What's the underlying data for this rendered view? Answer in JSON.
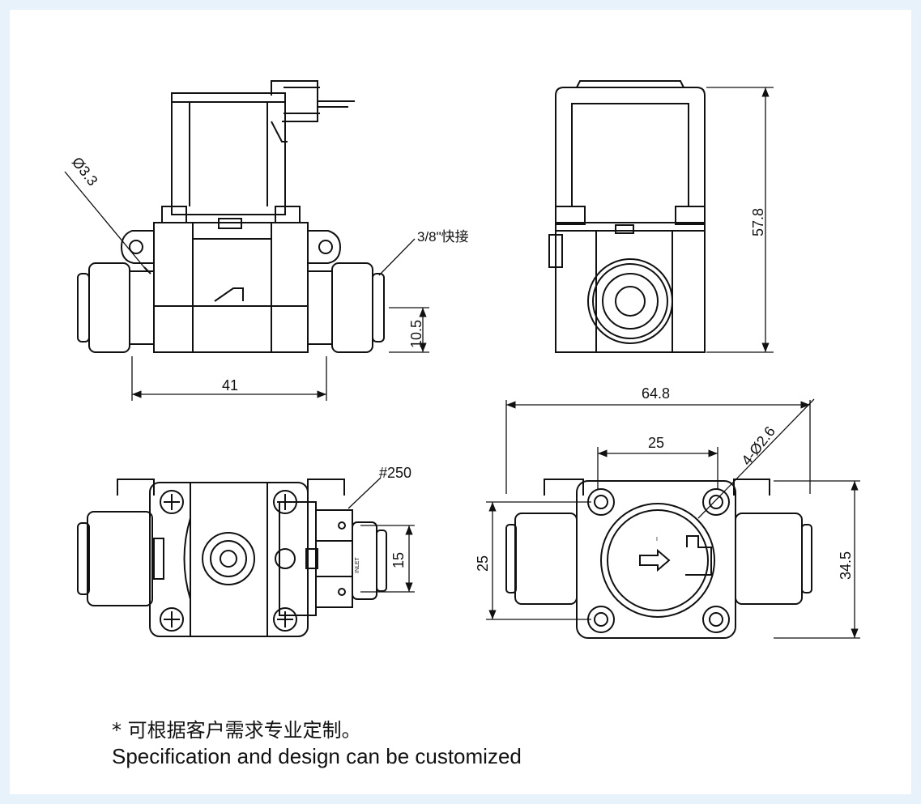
{
  "dimensions": {
    "hole_dia": "Ø3.3",
    "fitting": "3/8\"快接",
    "height_10_5": "10.5",
    "width_41": "41",
    "height_57_8": "57.8",
    "width_64_8": "64.8",
    "spacing_25_top": "25",
    "holes_4x": "4-Ø2.6",
    "terminal": "#250",
    "terminal_15": "15",
    "height_25_left": "25",
    "height_34_5": "34.5"
  },
  "marks": {
    "inlet": "INLET",
    "arrow_label": "I"
  },
  "notes": {
    "chinese": "* 可根据客户需求专业定制。",
    "english": "Specification and design can be customized"
  }
}
